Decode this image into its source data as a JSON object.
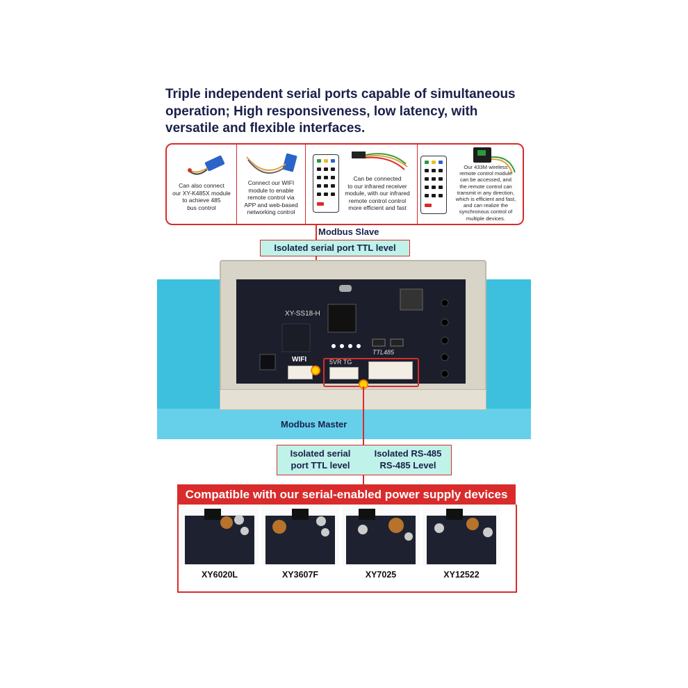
{
  "headline": [
    "Triple independent serial ports capable of simultaneous",
    "operation;  High responsiveness, low latency, with",
    "versatile and flexible interfaces."
  ],
  "options": [
    {
      "text": [
        "Can also connect",
        "our XY-K485X module",
        "to achieve 485",
        "bus control"
      ]
    },
    {
      "text": [
        "Connect our WIFI",
        "module to enable",
        "remote control via",
        "APP and web-based",
        "networking control"
      ]
    },
    {
      "text": [
        "Can be connected",
        "to our infrared receiver",
        "module, with our infrared",
        "remote control control",
        "more efficient and fast"
      ]
    },
    {
      "text": [
        "Our 433M wireless",
        "remote control module",
        "can be accessed, and",
        "the remote control can",
        "transmit in any direction,",
        "which is efficient and fast,",
        "and can realize the",
        "synchronous control of",
        "multiple devices."
      ]
    }
  ],
  "modbus_slave": "Modbus Slave",
  "slave_port": "Isolated serial port  TTL level",
  "board": {
    "model": "XY-SS18-H",
    "wifi": "WIFI",
    "port_pins": "5VR TG",
    "ttl": "TTL485"
  },
  "modbus_master": "Modbus Master",
  "master_ports": [
    {
      "line1": "Isolated serial",
      "line2": "port  TTL level"
    },
    {
      "line1": "Isolated RS-485",
      "line2": "RS-485 Level"
    }
  ],
  "compat_title": "Compatible with our serial-enabled power supply devices",
  "products": [
    "XY6020L",
    "XY3607F",
    "XY7025",
    "XY12522"
  ],
  "colors": {
    "accent_red": "#d92b2b",
    "teal": "#bff2e8",
    "navy": "#1a1f4a",
    "cyan": "#3cc0de",
    "pcb": "#1c1f2b"
  }
}
